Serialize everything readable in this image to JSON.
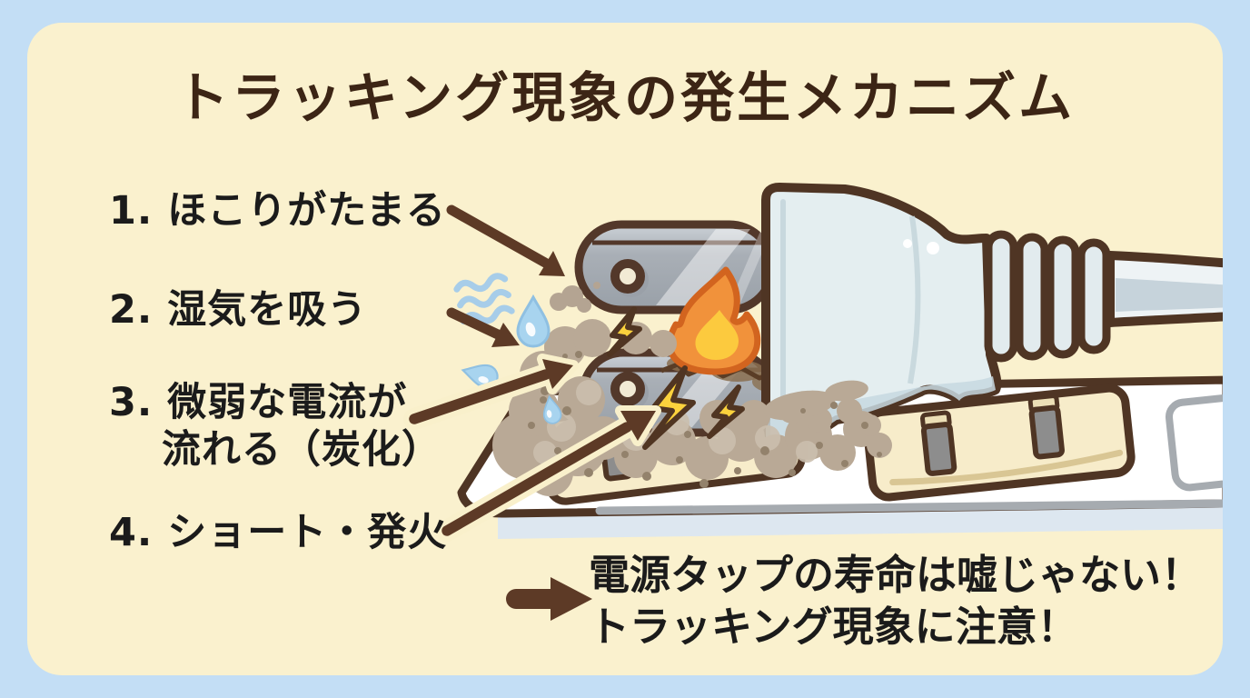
{
  "title": "トラッキング現象の発生メカニズム",
  "steps": [
    {
      "lines": [
        "1. ほこりがたまる"
      ]
    },
    {
      "lines": [
        "2. 湿気を吸う"
      ]
    },
    {
      "lines": [
        "3. 微弱な電流が",
        "流れる（炭化）"
      ]
    },
    {
      "lines": [
        "4. ショート・発火"
      ]
    }
  ],
  "note": {
    "line1": "電源タップの寿命は嘘じゃない！",
    "line2": "トラッキング現象に注意！"
  },
  "illustration": {
    "icons": [
      "power-plug",
      "power-strip",
      "plug-prong",
      "flame-icon",
      "lightning-icon",
      "dust-cloud",
      "water-drop-icon",
      "moisture-waves-icon",
      "pointer-arrow-icon"
    ]
  },
  "colors": {
    "background_blue": "#c3def5",
    "card_cream": "#faf1ce",
    "title_brown": "#3c2515",
    "text_black": "#1b1b1b",
    "arrow_brown": "#5d3a26",
    "outline_brown": "#4f3524",
    "flame_orange": "#f1923b",
    "flame_yellow": "#fcca3e",
    "lightning_yellow": "#fbd23d",
    "water_blue": "#a8d4ef",
    "dust_tan": "#b9a996",
    "plug_gray": "#e4eef0",
    "prong_gray": "#a9afb6",
    "outlet_cream": "#f7ecca"
  }
}
